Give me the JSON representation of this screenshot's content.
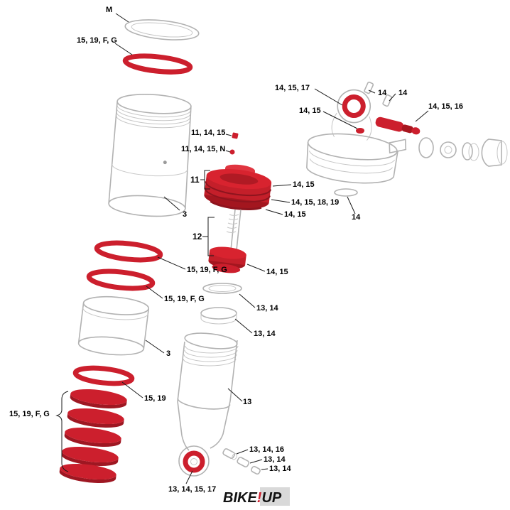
{
  "diagram": {
    "type": "exploded-parts-diagram",
    "subject": "Rear shock absorber exploded service view",
    "colors": {
      "part_red": "#cc1f2d",
      "part_red_dark": "#9e1722",
      "part_red_light": "#d8232f",
      "outline_gray": "#b2b2b2",
      "label_text": "#000000"
    },
    "labels": {
      "top_ring_m": "M",
      "top_red_ring": "15, 19, F, G",
      "upper_can": "3",
      "eyelet_top": "14, 15, 17",
      "pin_a": "14",
      "pin_b": "14",
      "valve_core": "14, 15",
      "valve_stem": "14, 15, 16",
      "bolt_small": "11, 14, 15",
      "nut_small": "11, 14, 15, N",
      "seal_head_group": "11",
      "seal_head_a": "14, 15",
      "seal_head_b": "14, 15, 18, 19",
      "seal_head_c": "14, 15",
      "washer": "14",
      "shaft_group": "12",
      "piston": "14, 15",
      "mid_red_ring_a": "15, 19, F, G",
      "mid_red_ring_b": "15, 19, F, G",
      "gray_ring_a": "13, 14",
      "gray_ring_b": "13, 14",
      "lower_can": "3",
      "single_red_ring": "15, 19",
      "spacer_stack": "15, 19, F, G",
      "damper_body": "13",
      "hardware_a": "13, 14, 16",
      "hardware_b": "13, 14",
      "hardware_c": "13, 14",
      "eyelet_bottom": "13, 14, 15, 17"
    },
    "watermark": {
      "bike": "BIKE",
      "bang": "!",
      "up": "UP"
    }
  }
}
